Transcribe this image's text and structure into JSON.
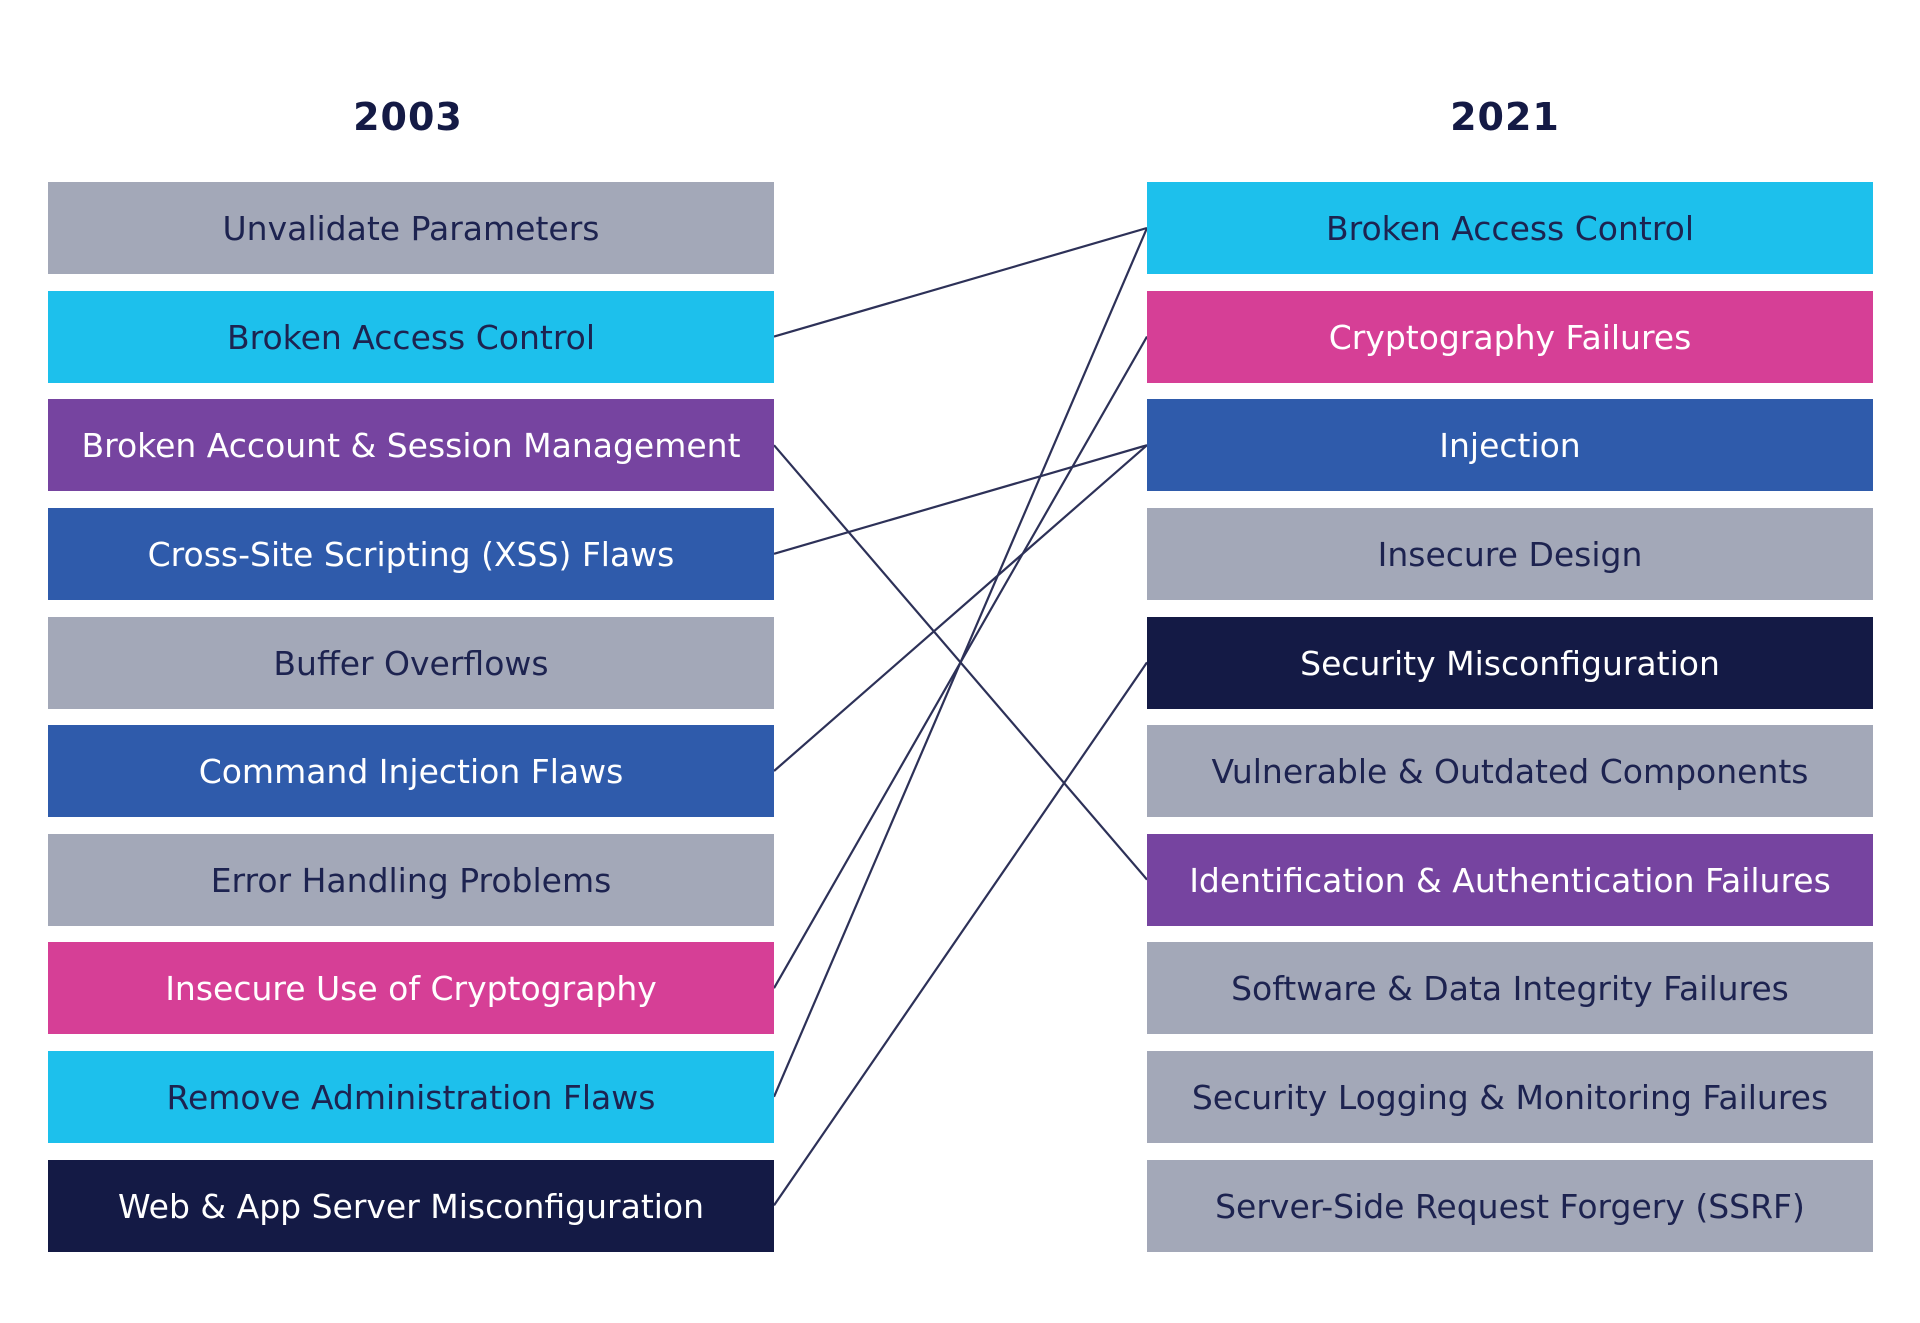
{
  "years": {
    "left": "2003",
    "right": "2021"
  },
  "left_items": [
    {
      "label": "Unvalidate Parameters",
      "color": "gray"
    },
    {
      "label": "Broken Access Control",
      "color": "cyan"
    },
    {
      "label": "Broken Account & Session Management",
      "color": "purple"
    },
    {
      "label": "Cross-Site Scripting (XSS) Flaws",
      "color": "blue"
    },
    {
      "label": "Buffer Overflows",
      "color": "gray"
    },
    {
      "label": "Command Injection Flaws",
      "color": "blue"
    },
    {
      "label": "Error Handling Problems",
      "color": "gray"
    },
    {
      "label": "Insecure Use of Cryptography",
      "color": "magenta"
    },
    {
      "label": "Remove Administration Flaws",
      "color": "cyan"
    },
    {
      "label": "Web & App Server Misconfiguration",
      "color": "navy"
    }
  ],
  "right_items": [
    {
      "label": "Broken Access Control",
      "color": "cyan"
    },
    {
      "label": "Cryptography Failures",
      "color": "magenta"
    },
    {
      "label": "Injection",
      "color": "blue"
    },
    {
      "label": "Insecure Design",
      "color": "gray"
    },
    {
      "label": "Security Misconfiguration",
      "color": "navy"
    },
    {
      "label": "Vulnerable & Outdated Components",
      "color": "gray"
    },
    {
      "label": "Identification & Authentication Failures",
      "color": "purple"
    },
    {
      "label": "Software & Data Integrity Failures",
      "color": "gray"
    },
    {
      "label": "Security Logging & Monitoring Failures",
      "color": "gray"
    },
    {
      "label": "Server-Side Request Forgery (SSRF)",
      "color": "gray"
    }
  ],
  "connections": [
    {
      "from": 1,
      "to": 0
    },
    {
      "from": 2,
      "to": 6
    },
    {
      "from": 3,
      "to": 2
    },
    {
      "from": 5,
      "to": 2
    },
    {
      "from": 7,
      "to": 1
    },
    {
      "from": 8,
      "to": 0
    },
    {
      "from": 9,
      "to": 4
    }
  ],
  "colors": {
    "gray": "#a3a8b8",
    "cyan": "#1dc0ec",
    "purple": "#7644a0",
    "blue": "#2f5bab",
    "magenta": "#d63f96",
    "navy": "#141a45",
    "line": "#2d3158"
  }
}
